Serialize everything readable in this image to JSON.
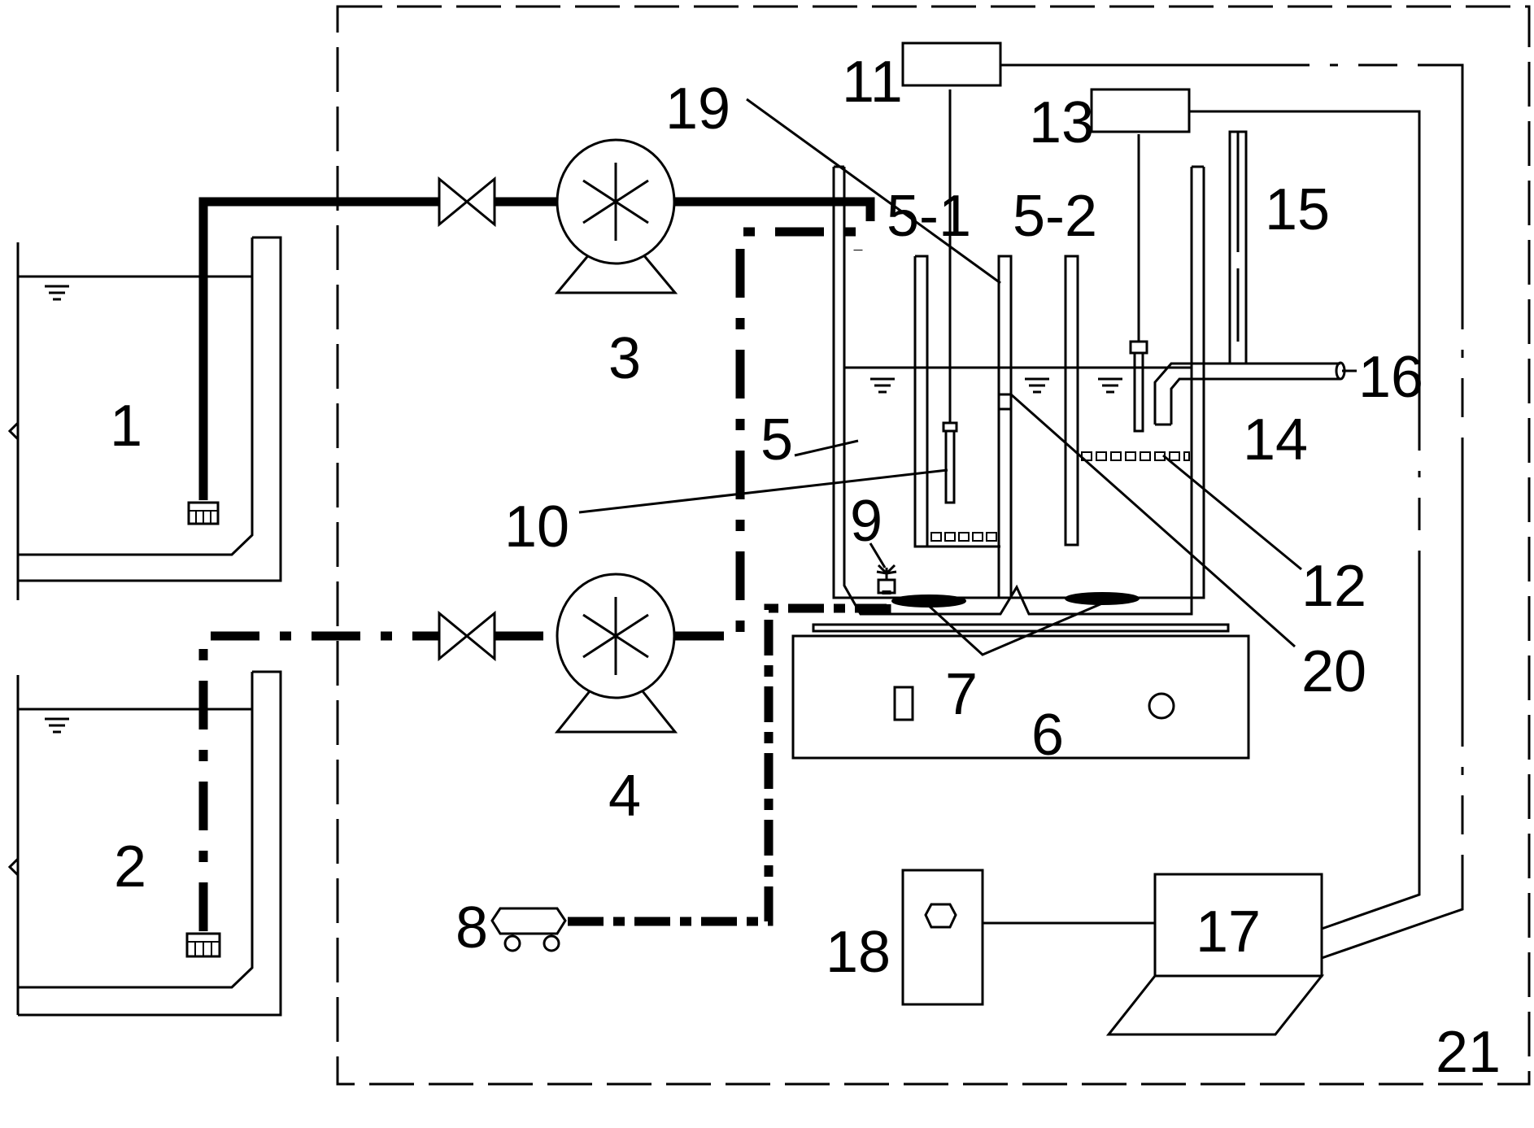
{
  "labels": {
    "tank1": "1",
    "tank2": "2",
    "pump3": "3",
    "pump4": "4",
    "reactor": "5",
    "compartment1": "5-1",
    "compartment2": "5-2",
    "stirrer_base": "6",
    "stir_bars": "7",
    "air_pump": "8",
    "aerator": "9",
    "probe10": "10",
    "meter11": "11",
    "mesh12": "12",
    "meter13": "13",
    "outlet14": "14",
    "vent15": "15",
    "effluent16": "16",
    "computer": "17",
    "controller": "18",
    "baffle19": "19",
    "baffle20": "20",
    "enclosure": "21"
  }
}
